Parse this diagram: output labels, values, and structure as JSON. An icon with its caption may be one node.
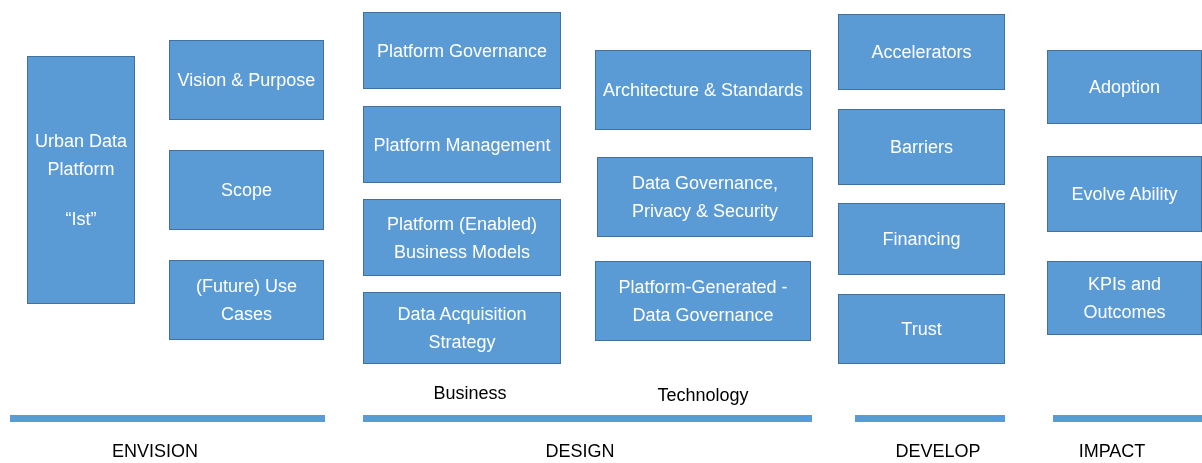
{
  "diagram": {
    "nodes": [
      {
        "text": [
          "Urban Data Platform",
          "“Ist”"
        ]
      },
      {
        "text": [
          "Vision & Purpose"
        ]
      },
      {
        "text": [
          "Scope"
        ]
      },
      {
        "text": [
          "(Future) Use Cases"
        ]
      },
      {
        "text": [
          "Platform Governance"
        ]
      },
      {
        "text": [
          "Platform Management"
        ]
      },
      {
        "text": [
          "Platform (Enabled) Business Models"
        ]
      },
      {
        "text": [
          "Data Acquisition Strategy"
        ]
      },
      {
        "text": [
          "Architecture & Standards"
        ]
      },
      {
        "text": [
          "Data Governance, Privacy & Security"
        ]
      },
      {
        "text": [
          "Platform-Generated -Data Governance"
        ]
      },
      {
        "text": [
          "Accelerators"
        ]
      },
      {
        "text": [
          "Barriers"
        ]
      },
      {
        "text": [
          "Financing"
        ]
      },
      {
        "text": [
          "Trust"
        ]
      },
      {
        "text": [
          "Adoption"
        ]
      },
      {
        "text": [
          "Evolve Ability"
        ]
      },
      {
        "text": [
          "KPIs and Outcomes"
        ]
      }
    ],
    "labels": [
      "Business",
      "Technology",
      "ENVISION",
      "DESIGN",
      "DEVELOP",
      "IMPACT"
    ]
  }
}
